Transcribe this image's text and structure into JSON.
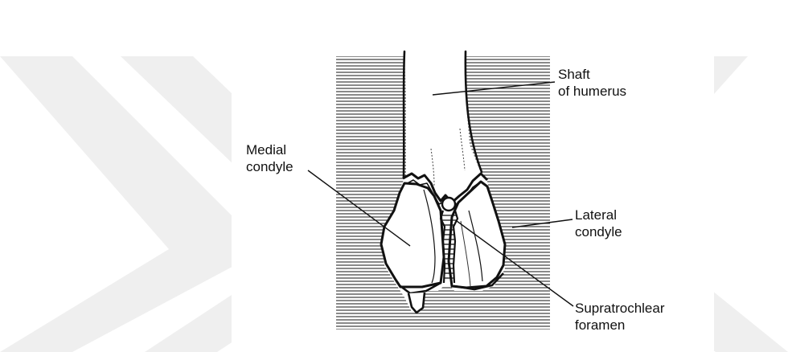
{
  "labels": {
    "shaft_line1": "Shaft",
    "shaft_line2": "of humerus",
    "medial_line1": "Medial",
    "medial_line2": "condyle",
    "lateral_line1": "Lateral",
    "lateral_line2": "condyle",
    "foramen_line1": "Supratrochlear",
    "foramen_line2": "foramen"
  },
  "colors": {
    "ink": "#111111",
    "background": "#ffffff",
    "watermark": "#ececec",
    "hatching": "#2a2a2a"
  }
}
